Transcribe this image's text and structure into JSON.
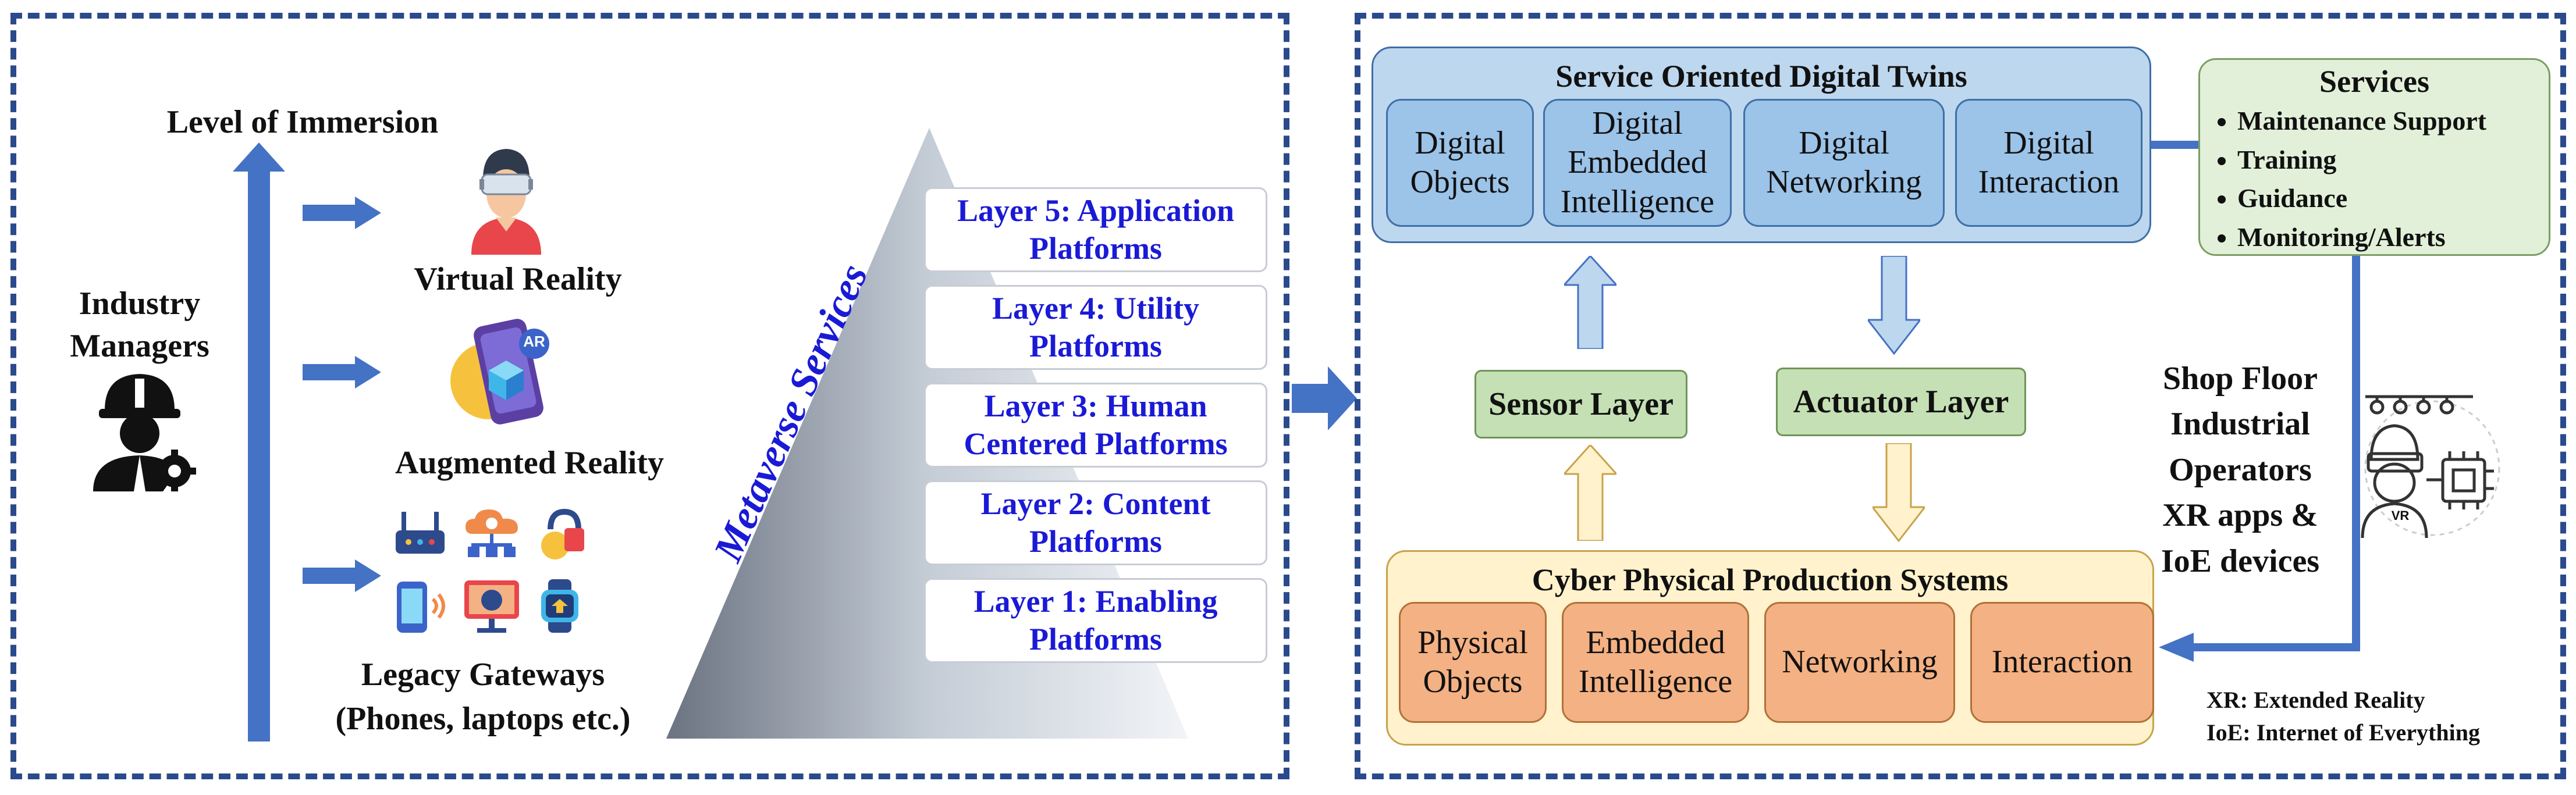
{
  "left": {
    "immersion_label": "Level of Immersion",
    "managers_label": "Industry Managers",
    "vr_label": "Virtual Reality",
    "ar_label": "Augmented Reality",
    "ar_badge": "AR",
    "legacy_label_1": "Legacy Gateways",
    "legacy_label_2": "(Phones, laptops etc.)",
    "metaverse_label": "Metaverse Services",
    "layers": [
      {
        "label": "Layer 5: Application Platforms"
      },
      {
        "label": "Layer 4: Utility Platforms"
      },
      {
        "label": "Layer 3: Human Centered Platforms"
      },
      {
        "label": "Layer 2: Content Platforms"
      },
      {
        "label": "Layer 1: Enabling Platforms"
      }
    ]
  },
  "right": {
    "sodt": {
      "title": "Service Oriented Digital Twins",
      "items": [
        {
          "label": "Digital Objects"
        },
        {
          "label": "Digital Embedded Intelligence"
        },
        {
          "label": "Digital Networking"
        },
        {
          "label": "Digital Interaction"
        }
      ]
    },
    "services": {
      "title": "Services",
      "items": [
        "Maintenance Support",
        "Training",
        "Guidance",
        "Monitoring/Alerts"
      ]
    },
    "sensor_layer": "Sensor Layer",
    "actuator_layer": "Actuator Layer",
    "cpps": {
      "title": "Cyber Physical Production Systems",
      "items": [
        {
          "label": "Physical Objects"
        },
        {
          "label": "Embedded Intelligence"
        },
        {
          "label": "Networking"
        },
        {
          "label": "Interaction"
        }
      ]
    },
    "operators": [
      "Shop Floor",
      "Industrial",
      "Operators",
      "XR apps &",
      "IoE devices"
    ],
    "operator_badge": "VR",
    "legend": [
      "XR: Extended Reality",
      "IoE: Internet of Everything"
    ]
  },
  "colors": {
    "border": "#2a4a8c",
    "arrow_blue": "#4472c4",
    "sodt_fill": "#bdd7ee",
    "sodt_item": "#9cc3e8",
    "services_fill": "#e2f0d9",
    "layer_green": "#c5e0b4",
    "cpps_fill": "#fff2cc",
    "cpps_item": "#f4b183",
    "layer_text": "#1a1ad6"
  }
}
